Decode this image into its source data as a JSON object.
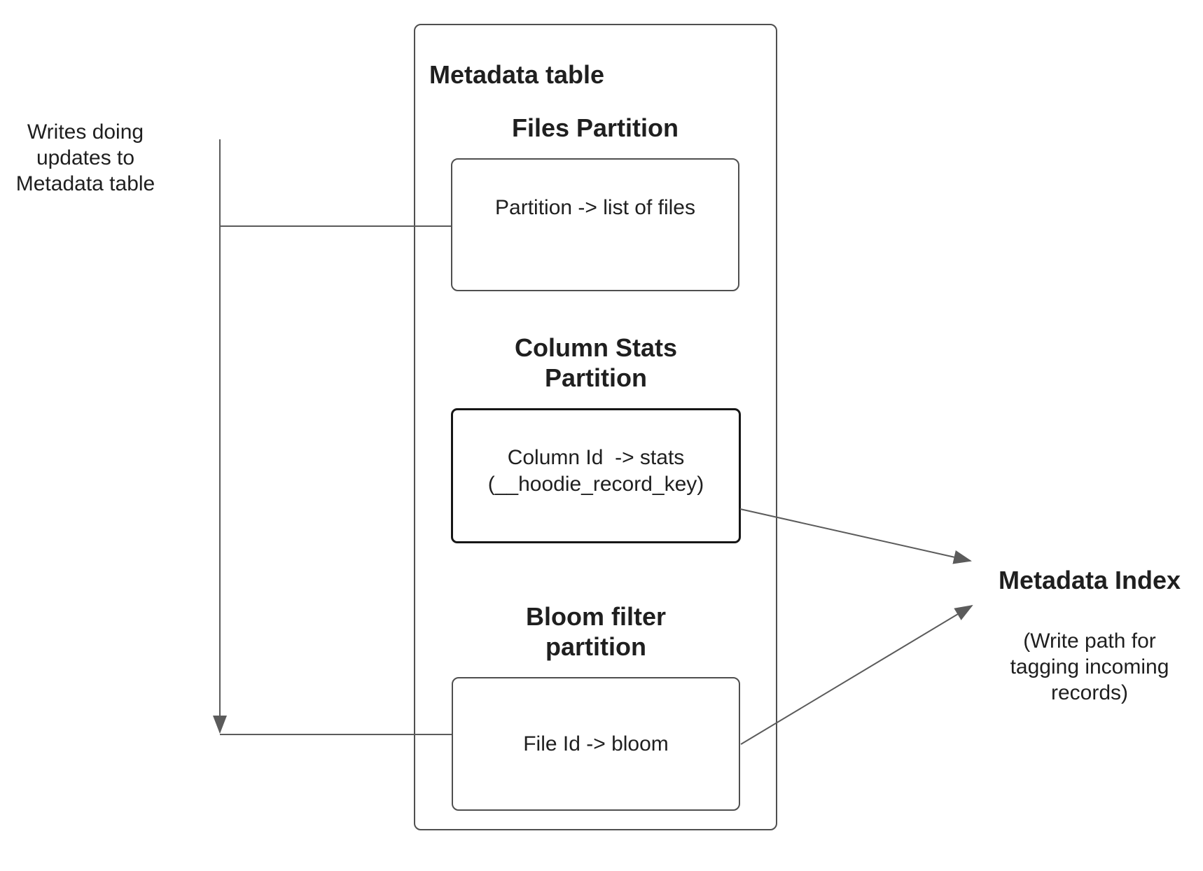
{
  "colors": {
    "box_border": "#4f4f4f",
    "emphasis_border": "#161616",
    "connector": "#5b5b5b",
    "text": "#1f1f1f"
  },
  "left_note": "Writes doing\nupdates to\nMetadata table",
  "metadata_table": {
    "title": "Metadata table",
    "files": {
      "heading": "Files Partition",
      "mapping": "Partition -> list of files"
    },
    "column_stats": {
      "heading": "Column Stats\nPartition",
      "mapping": "Column Id  -> stats\n(__hoodie_record_key)"
    },
    "bloom": {
      "heading": "Bloom filter\npartition",
      "mapping": "File Id -> bloom"
    }
  },
  "metadata_index": {
    "title": "Metadata Index",
    "note": "(Write path for\ntagging incoming\nrecords)"
  }
}
